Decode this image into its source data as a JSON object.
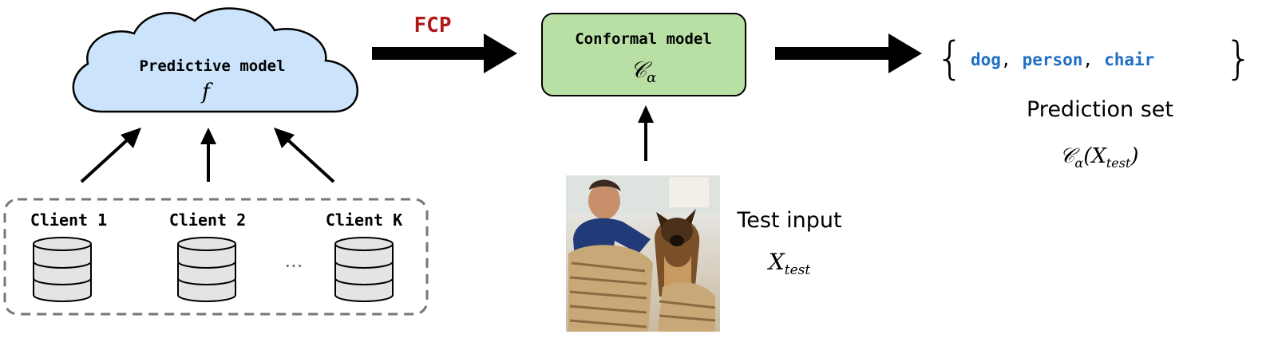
{
  "colors": {
    "cloud_fill": "#cce4fb",
    "conformal_fill": "#b8e0a4",
    "fcp_label": "#b01818",
    "class_label": "#1f6fc4",
    "arrow": "#000000",
    "dashed_border": "#777777",
    "db_fill": "#e4e4e4"
  },
  "cloud": {
    "title": "Predictive model",
    "symbol": "f"
  },
  "fcp_label": "FCP",
  "conformal": {
    "title": "Conformal model",
    "symbol": "𝒞",
    "subscript": "α"
  },
  "prediction_set": {
    "open_brace": "{",
    "close_brace": "}",
    "items": [
      "dog",
      "person",
      "chair"
    ],
    "separator": ",",
    "label": "Prediction set",
    "formula_symbol": "𝒞",
    "formula_sub": "α",
    "formula_open": "(",
    "formula_var": "X",
    "formula_var_sub": "test",
    "formula_close": ")"
  },
  "clients": {
    "items": [
      {
        "label": "Client 1"
      },
      {
        "label": "Client 2"
      },
      {
        "label": "Client K"
      }
    ],
    "ellipsis": "···"
  },
  "test_input": {
    "label": "Test input",
    "var": "X",
    "var_sub": "test"
  }
}
